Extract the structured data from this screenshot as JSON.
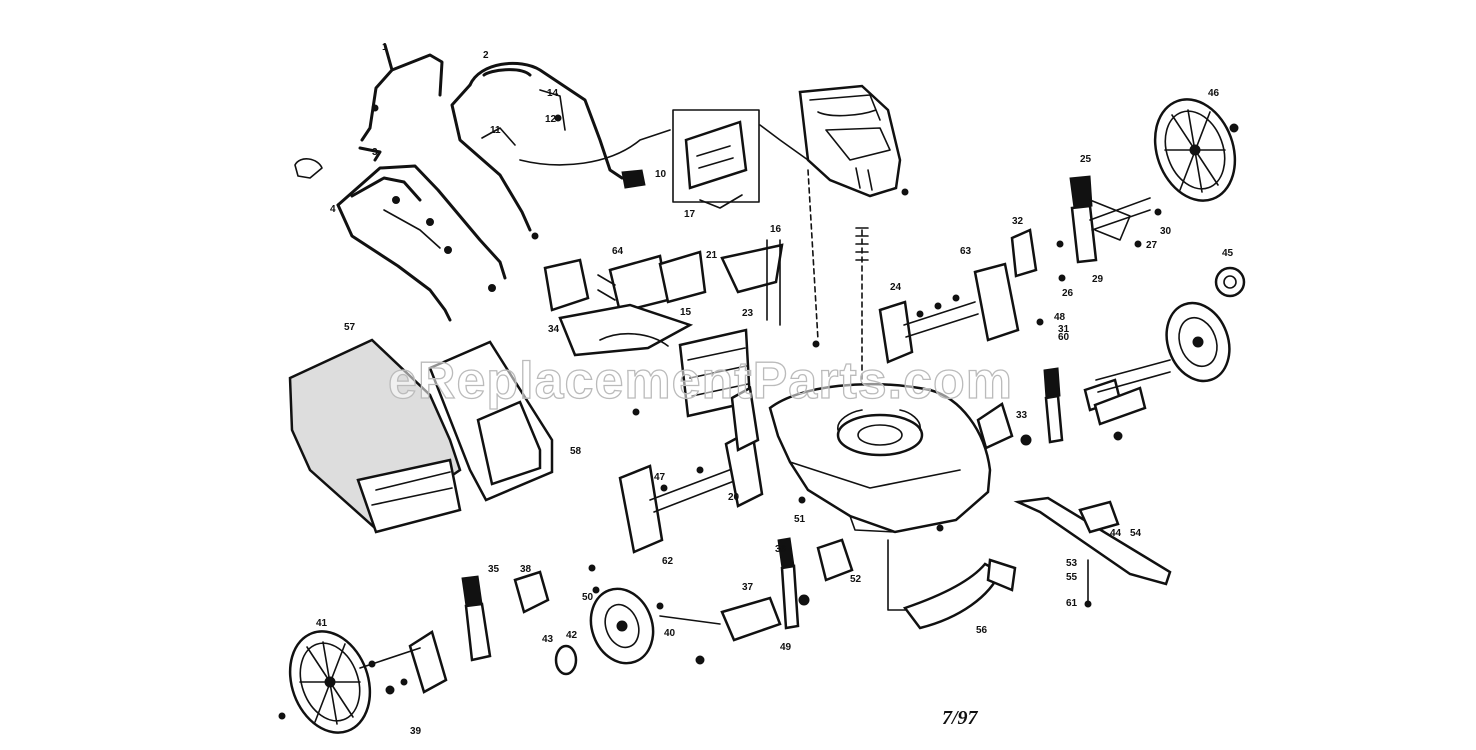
{
  "diagram": {
    "date_code": "7/97",
    "watermark": "eReplacementParts.com",
    "labels": {
      "l1": "1",
      "l2": "2",
      "l3": "3",
      "l4": "4",
      "l10": "10",
      "l11": "11",
      "l12": "12",
      "l14": "14",
      "l15": "15",
      "l16": "16",
      "l17": "17",
      "l20": "20",
      "l21": "21",
      "l23": "23",
      "l24": "24",
      "l25": "25",
      "l26": "26",
      "l27": "27",
      "l29": "29",
      "l30": "30",
      "l31": "31",
      "l32": "32",
      "l33": "33",
      "l34": "34",
      "l35": "35",
      "l36": "36",
      "l37": "37",
      "l38": "38",
      "l39": "39",
      "l40": "40",
      "l41": "41",
      "l42": "42",
      "l43": "43",
      "l44": "44",
      "l45": "45",
      "l46": "46",
      "l47": "47",
      "l48": "48",
      "l49": "49",
      "l50": "50",
      "l51": "51",
      "l52": "52",
      "l53": "53",
      "l54": "54",
      "l55": "55",
      "l56": "56",
      "l57": "57",
      "l58": "58",
      "l60": "60",
      "l61": "61",
      "l62": "62",
      "l63": "63",
      "l64": "64"
    }
  }
}
